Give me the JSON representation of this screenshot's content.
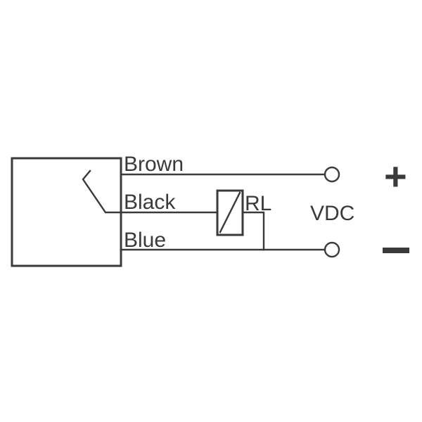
{
  "diagram": {
    "wires": {
      "brown": "Brown",
      "black": "Black",
      "blue": "Blue"
    },
    "relay_label": "RL",
    "supply_label": "VDC",
    "positive_symbol": "+",
    "negative_symbol": "–"
  },
  "colors": {
    "line": "#3a3a3a",
    "background": "#ffffff"
  }
}
